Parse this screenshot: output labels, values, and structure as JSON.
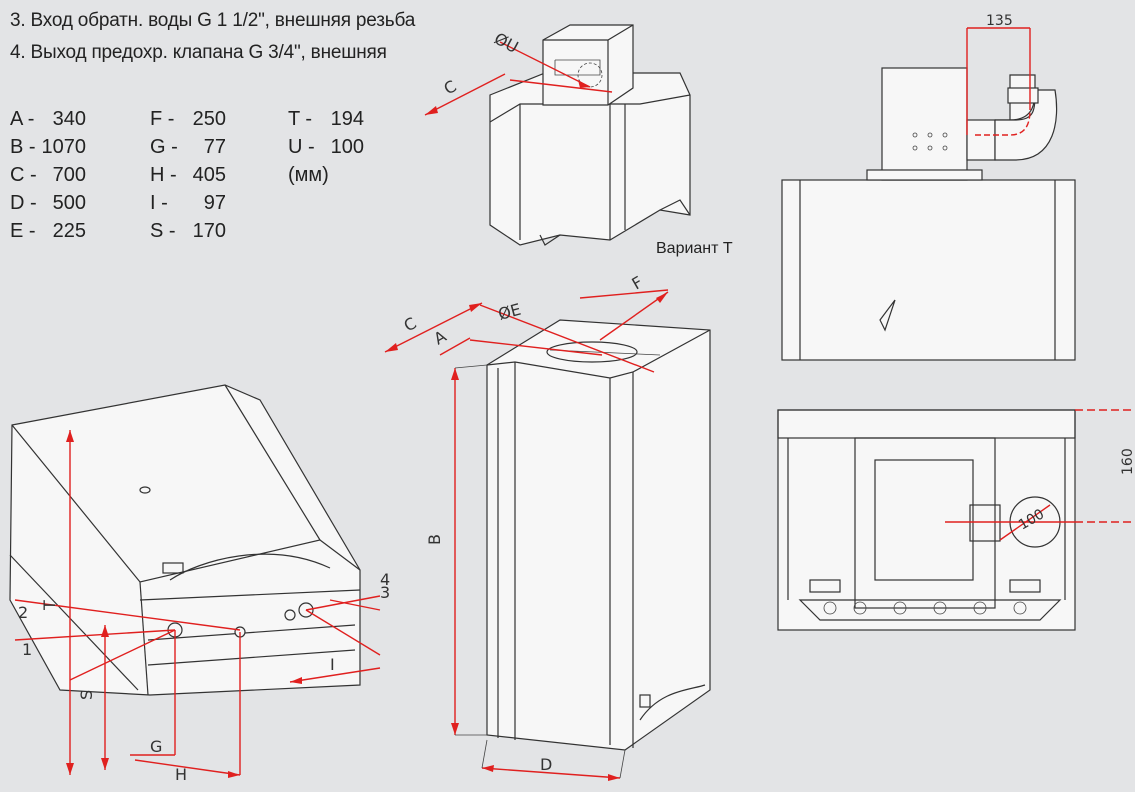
{
  "notes": [
    "3. Вход обратн. воды  G 1 1/2\", внешняя резьба",
    "4. Выход предохр. клапана G 3/4\", внешняя"
  ],
  "dimensions": [
    {
      "key": "A -",
      "value": "340"
    },
    {
      "key": "B -",
      "value": "1070"
    },
    {
      "key": "C -",
      "value": "700"
    },
    {
      "key": "D -",
      "value": "500"
    },
    {
      "key": "E -",
      "value": "225"
    },
    {
      "key": "F -",
      "value": "250"
    },
    {
      "key": "G -",
      "value": "77"
    },
    {
      "key": "H -",
      "value": "405"
    },
    {
      "key": "I -",
      "value": "97"
    },
    {
      "key": "S -",
      "value": "170"
    },
    {
      "key": "T -",
      "value": "194"
    },
    {
      "key": "U -",
      "value": "100"
    }
  ],
  "units": "(мм)",
  "variant_caption": "Вариант T",
  "drawing_labels": {
    "phi_u": "ØU",
    "phi_e": "ØE",
    "c_top": "C",
    "c_mid": "C",
    "a": "A",
    "f": "F",
    "b": "B",
    "d": "D",
    "g": "G",
    "h": "H",
    "i": "I",
    "s": "S",
    "t": "T",
    "n1": "1",
    "n2": "2",
    "n3": "3",
    "n4": "4",
    "d135": "135",
    "d160": "160",
    "d100": "100"
  },
  "colors": {
    "dimension_red": "#e0201f",
    "background": "#e3e4e6",
    "outline": "#333333"
  }
}
